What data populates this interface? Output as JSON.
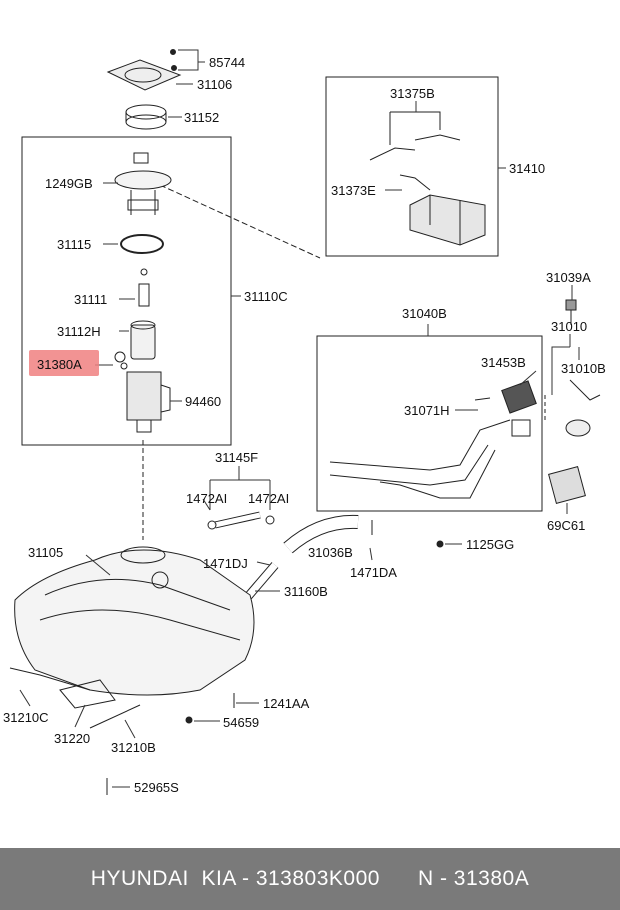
{
  "parts": {
    "p85744": "85744",
    "p31106": "31106",
    "p31152": "31152",
    "p1249GB": "1249GB",
    "p31115": "31115",
    "p31111": "31111",
    "p31112H": "31112H",
    "p31380A": "31380A",
    "p94460": "94460",
    "p31110C": "31110C",
    "p31375B": "31375B",
    "p31410": "31410",
    "p31373E": "31373E",
    "p31039A": "31039A",
    "p31040B": "31040B",
    "p31010": "31010",
    "p31453B": "31453B",
    "p31010B": "31010B",
    "p31071H": "31071H",
    "p69C61": "69C61",
    "p31145F": "31145F",
    "p1472AI_left": "1472AI",
    "p1472AI_right": "1472AI",
    "p31105": "31105",
    "p1471DJ": "1471DJ",
    "p31036B": "31036B",
    "p1471DA": "1471DA",
    "p1125GG": "1125GG",
    "p31160B": "31160B",
    "p1241AA": "1241AA",
    "p54659": "54659",
    "p31210C": "31210C",
    "p31220": "31220",
    "p31210B": "31210B",
    "p52965S": "52965S"
  },
  "highlight_color": "#f08080",
  "footer": {
    "brand": "HYUNDAI  KIA - 313803K000",
    "ref": "N - 31380A"
  }
}
